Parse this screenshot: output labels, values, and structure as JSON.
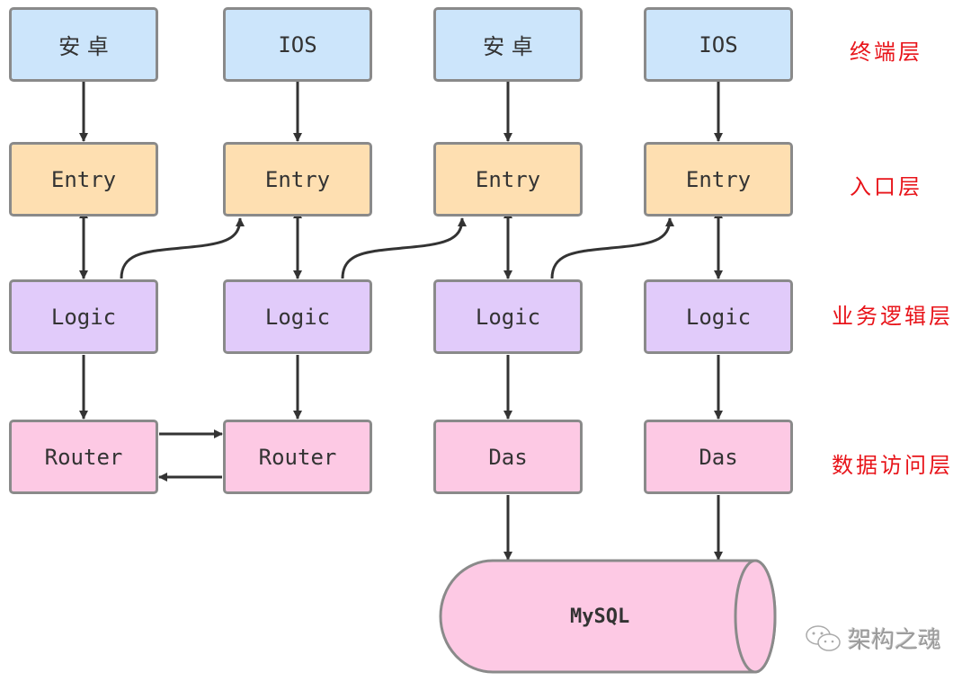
{
  "colors": {
    "terminal": "#cce5fb",
    "entry": "#fedfb1",
    "logic": "#e1cbfa",
    "data": "#fdc9e4",
    "border": "#8a8a8a",
    "arrow": "#333333",
    "layer_label": "#e8141a"
  },
  "layers": [
    {
      "label": "终端层"
    },
    {
      "label": "入口层"
    },
    {
      "label": "业务逻辑层"
    },
    {
      "label": "数据访问层"
    }
  ],
  "columns": [
    {
      "terminal": "安 卓",
      "entry": "Entry",
      "logic": "Logic",
      "data": "Router"
    },
    {
      "terminal": "IOS",
      "entry": "Entry",
      "logic": "Logic",
      "data": "Router"
    },
    {
      "terminal": "安 卓",
      "entry": "Entry",
      "logic": "Logic",
      "data": "Das"
    },
    {
      "terminal": "IOS",
      "entry": "Entry",
      "logic": "Logic",
      "data": "Das"
    }
  ],
  "database": {
    "label": "MySQL"
  },
  "watermark": {
    "icon": "wechat-icon",
    "text": "架构之魂"
  }
}
